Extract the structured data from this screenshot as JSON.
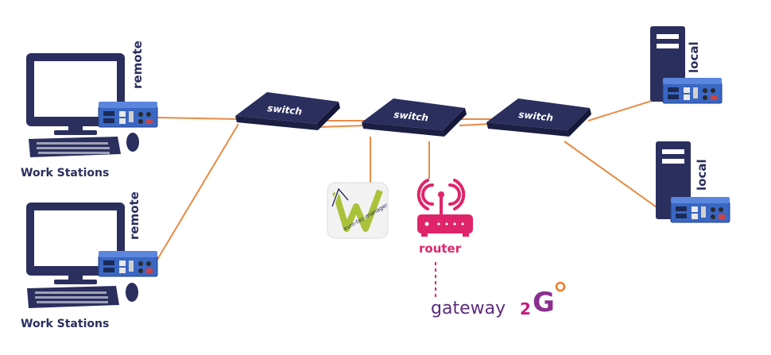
{
  "workstations": [
    {
      "caption": "Work Stations",
      "tag": "remote"
    },
    {
      "caption": "Work Stations",
      "tag": "remote"
    }
  ],
  "servers": [
    {
      "tag": "local"
    },
    {
      "tag": "local"
    }
  ],
  "switches": [
    {
      "label": "switch"
    },
    {
      "label": "switch"
    },
    {
      "label": "switch"
    }
  ],
  "router": {
    "label": "router"
  },
  "manager_logo": {
    "text": "kvm-tec-manager"
  },
  "gateway": {
    "text_main": "gateway",
    "text_two": "2",
    "text_g": "G"
  },
  "colors": {
    "link": "#e98a45",
    "navy": "#2b2f5e",
    "kvm_blue": "#3a66c4",
    "router": "#e0246a",
    "manager_green": "#a9c23a",
    "gateway_purple": "#5c2c7e",
    "gateway_orange": "#f07a28"
  }
}
